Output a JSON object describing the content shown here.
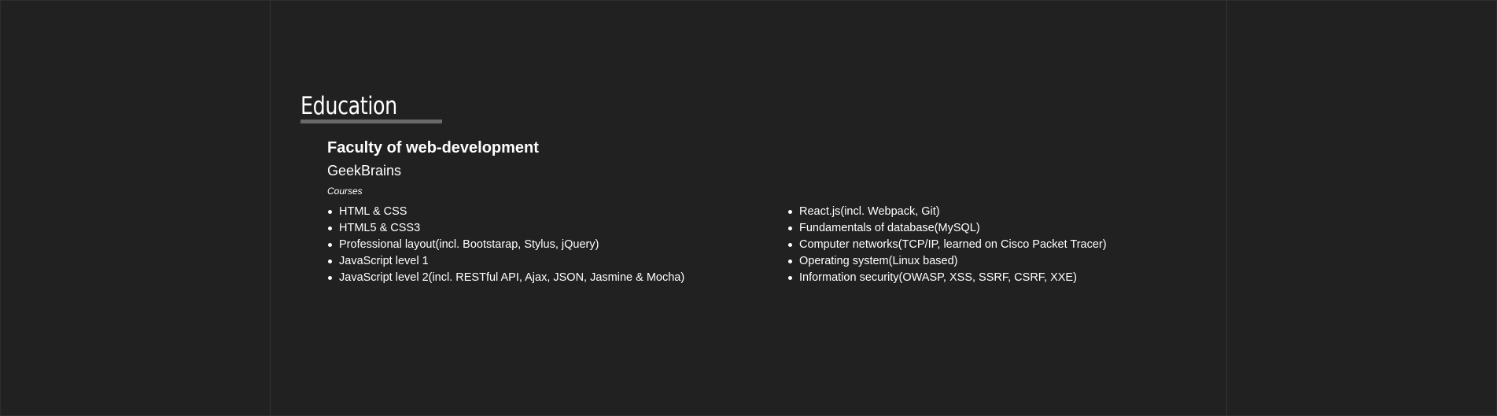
{
  "section": {
    "title": "Education"
  },
  "education": {
    "degree": "Faculty of web-development",
    "school": "GeekBrains",
    "courses_label": "Courses",
    "courses_left": [
      "HTML & CSS",
      "HTML5 & CSS3",
      "Professional layout(incl. Bootstarap, Stylus, jQuery)",
      "JavaScript level 1",
      "JavaScript level 2(incl. RESTful API, Ajax, JSON, Jasmine & Mocha)"
    ],
    "courses_right": [
      "React.js(incl. Webpack, Git)",
      "Fundamentals of database(MySQL)",
      "Computer networks(TCP/IP, learned on Cisco Packet Tracer)",
      "Operating system(Linux based)",
      "Information security(OWASP, XSS,  SSRF, CSRF, XXE)"
    ]
  },
  "colors": {
    "background": "#212121",
    "text": "#ffffff",
    "underline": "#6a6a6a"
  }
}
